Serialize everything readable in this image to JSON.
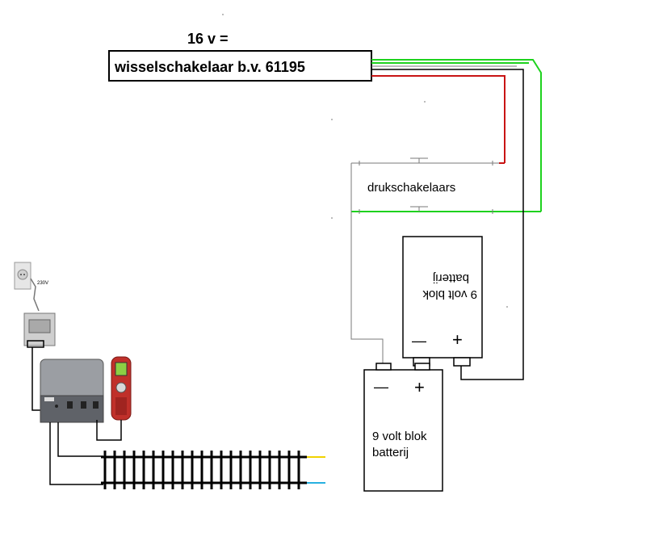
{
  "diagram": {
    "voltage_label": "16 v =",
    "switch_box_label": "wisselschakelaar b.v. 61195",
    "push_buttons_label": "drukschakelaars",
    "battery_top": {
      "line1": "9 volt blok",
      "line2": "batterij",
      "minus": "—",
      "plus": "+"
    },
    "battery_bottom": {
      "line1": "9 volt blok",
      "line2": "batterij",
      "minus": "—",
      "plus": "+"
    },
    "socket_voltage": "230V"
  },
  "colors": {
    "green_wire": "#1ed21e",
    "red_wire": "#c81414",
    "black_wire": "#000000",
    "grey_wire": "#7a7a7a",
    "controller_red": "#c0302a",
    "rail_yellow": "#f0d200",
    "rail_blue": "#28b0e0"
  }
}
